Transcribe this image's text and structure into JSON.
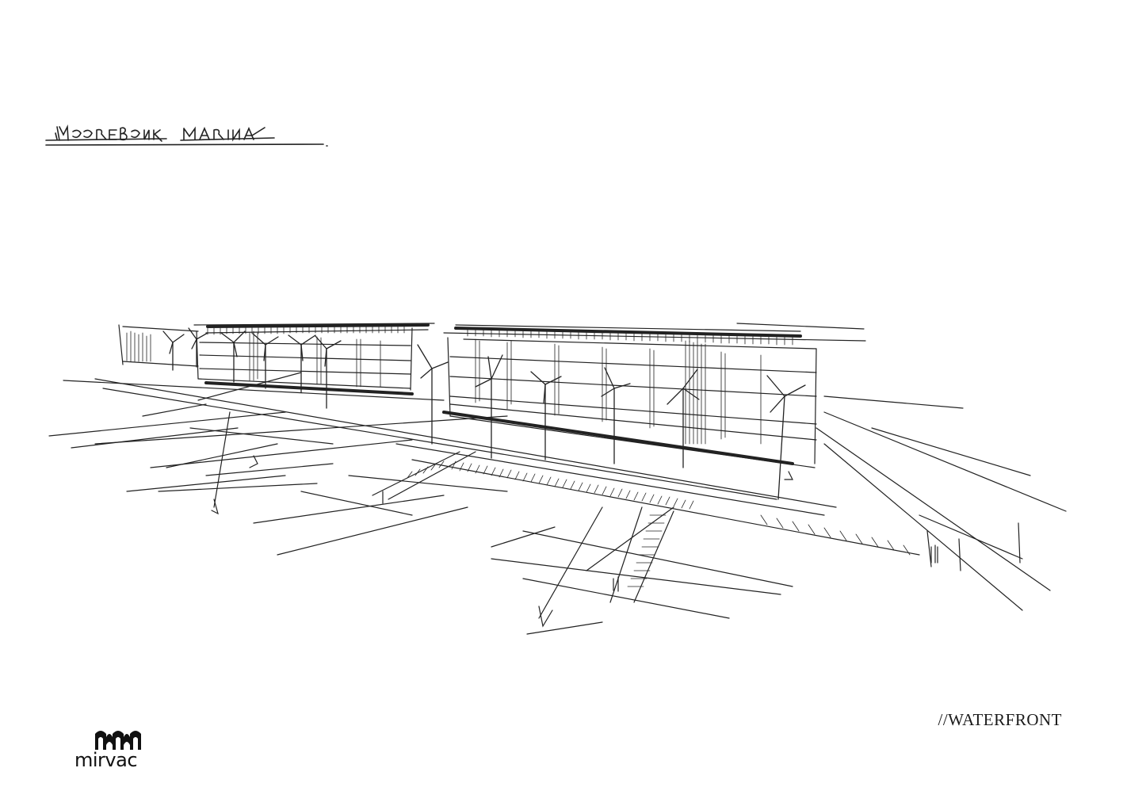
{
  "sketch": {
    "heading_handwritten": "Moorebank Marina",
    "subject": "architectural perspective sketch"
  },
  "caption": {
    "text": "//WATERFRONT"
  },
  "logo": {
    "wordmark": "mirvac",
    "icon": "mirvac-logo-icon"
  }
}
